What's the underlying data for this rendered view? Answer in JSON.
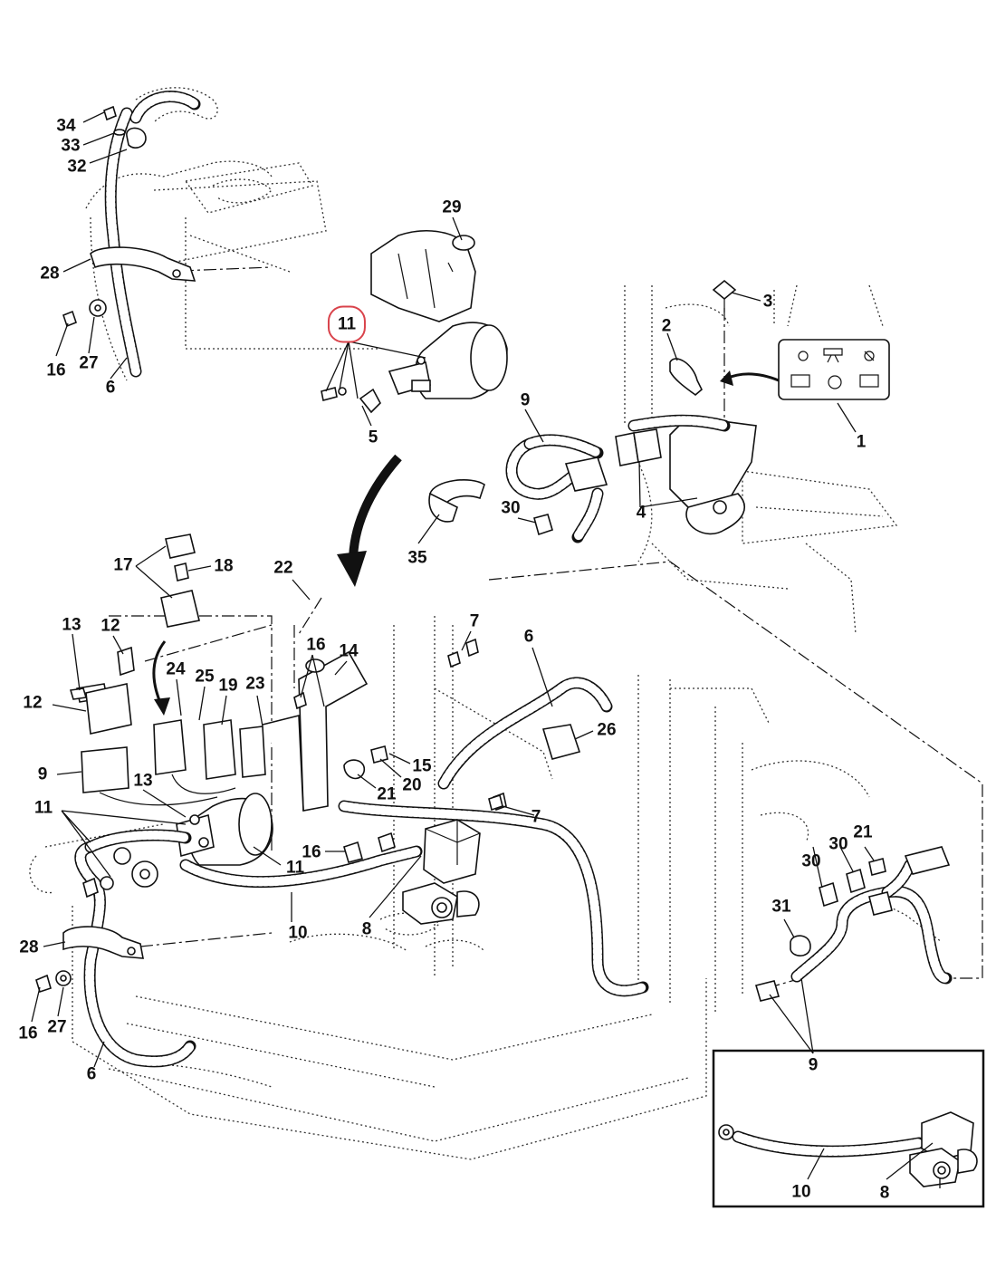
{
  "callouts": [
    {
      "id": "c34a",
      "text": "34"
    },
    {
      "id": "c33a",
      "text": "33"
    },
    {
      "id": "c32a",
      "text": "32"
    },
    {
      "id": "c28a",
      "text": "28"
    },
    {
      "id": "c16a",
      "text": "16"
    },
    {
      "id": "c27a",
      "text": "27"
    },
    {
      "id": "c6a",
      "text": "6"
    },
    {
      "id": "c29",
      "text": "29"
    },
    {
      "id": "c11top",
      "text": "11",
      "highlighted": true
    },
    {
      "id": "c5",
      "text": "5"
    },
    {
      "id": "c3",
      "text": "3"
    },
    {
      "id": "c2",
      "text": "2"
    },
    {
      "id": "c1",
      "text": "1"
    },
    {
      "id": "c9top",
      "text": "9"
    },
    {
      "id": "c4",
      "text": "4"
    },
    {
      "id": "c30top",
      "text": "30"
    },
    {
      "id": "c35",
      "text": "35"
    },
    {
      "id": "c17",
      "text": "17"
    },
    {
      "id": "c18",
      "text": "18"
    },
    {
      "id": "c22",
      "text": "22"
    },
    {
      "id": "c13a",
      "text": "13"
    },
    {
      "id": "c12a",
      "text": "12"
    },
    {
      "id": "c12b",
      "text": "12"
    },
    {
      "id": "c9mid",
      "text": "9"
    },
    {
      "id": "c24",
      "text": "24"
    },
    {
      "id": "c25",
      "text": "25"
    },
    {
      "id": "c19",
      "text": "19"
    },
    {
      "id": "c23",
      "text": "23"
    },
    {
      "id": "c16b",
      "text": "16"
    },
    {
      "id": "c14",
      "text": "14"
    },
    {
      "id": "c7a",
      "text": "7"
    },
    {
      "id": "c6b",
      "text": "6"
    },
    {
      "id": "c26",
      "text": "26"
    },
    {
      "id": "c15",
      "text": "15"
    },
    {
      "id": "c20",
      "text": "20"
    },
    {
      "id": "c21a",
      "text": "21"
    },
    {
      "id": "c13b",
      "text": "13"
    },
    {
      "id": "c11a",
      "text": "11"
    },
    {
      "id": "c7b",
      "text": "7"
    },
    {
      "id": "c16c",
      "text": "16"
    },
    {
      "id": "c11b",
      "text": "11"
    },
    {
      "id": "c10a",
      "text": "10"
    },
    {
      "id": "c8a",
      "text": "8"
    },
    {
      "id": "c28b",
      "text": "28"
    },
    {
      "id": "c16d",
      "text": "16"
    },
    {
      "id": "c27b",
      "text": "27"
    },
    {
      "id": "c6c",
      "text": "6"
    },
    {
      "id": "c30b",
      "text": "30"
    },
    {
      "id": "c30c",
      "text": "30"
    },
    {
      "id": "c21b",
      "text": "21"
    },
    {
      "id": "c31",
      "text": "31"
    },
    {
      "id": "c9bot",
      "text": "9"
    },
    {
      "id": "c10b",
      "text": "10"
    },
    {
      "id": "c8b",
      "text": "8"
    }
  ]
}
